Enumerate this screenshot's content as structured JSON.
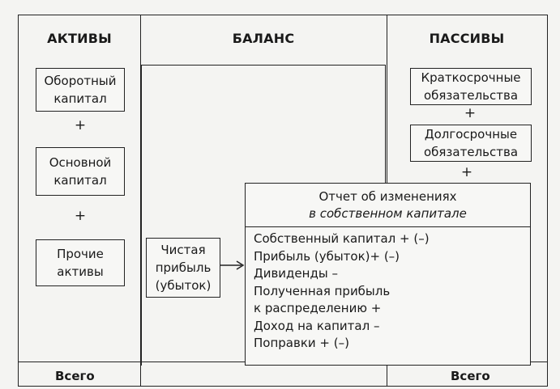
{
  "headings": {
    "assets": "АКТИВЫ",
    "balance": "БАЛАНС",
    "liabilities": "ПАССИВЫ"
  },
  "assets": {
    "current_capital": "Оборотный капитал",
    "fixed_capital": "Основной капитал",
    "other_assets": "Прочие активы"
  },
  "liabilities": {
    "short_term": "Краткосрочные обязательства",
    "long_term": "Долгосрочные обязательства"
  },
  "plus_sign": "+",
  "net_profit": "Чистая прибыль (убыток)",
  "report": {
    "title_line1": "Отчет об изменениях",
    "title_line2": "в собственном капитале",
    "lines": [
      "Собственный капитал + (–)",
      "Прибыль (убыток)+ (–)",
      "Дивиденды –",
      "Полученная прибыль",
      "к распределению +",
      "Доход на капитал –",
      "Поправки + (–)"
    ]
  },
  "totals": {
    "assets": "Всего",
    "liabilities": "Всего"
  }
}
